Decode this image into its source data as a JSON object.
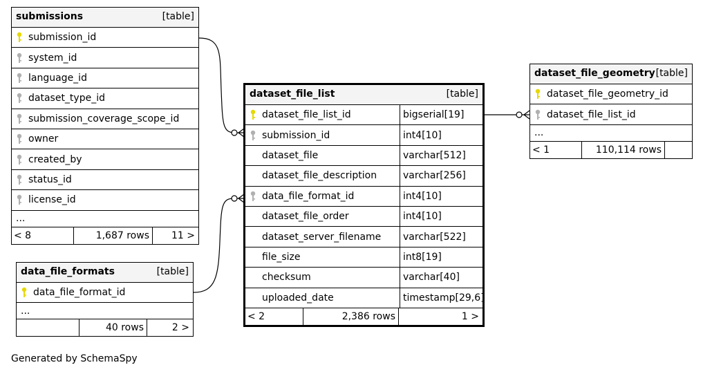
{
  "tag_label": "[table]",
  "tables": {
    "submissions": {
      "name": "submissions",
      "columns": [
        {
          "name": "submission_id",
          "key": "primary"
        },
        {
          "name": "system_id",
          "key": "foreign"
        },
        {
          "name": "language_id",
          "key": "foreign"
        },
        {
          "name": "dataset_type_id",
          "key": "foreign"
        },
        {
          "name": "submission_coverage_scope_id",
          "key": "foreign"
        },
        {
          "name": "owner",
          "key": "foreign"
        },
        {
          "name": "created_by",
          "key": "foreign"
        },
        {
          "name": "status_id",
          "key": "foreign"
        },
        {
          "name": "license_id",
          "key": "foreign"
        }
      ],
      "ellipsis": "...",
      "footer": {
        "prev": "< 8",
        "rows": "1,687 rows",
        "next": "11 >"
      }
    },
    "data_file_formats": {
      "name": "data_file_formats",
      "columns": [
        {
          "name": "data_file_format_id",
          "key": "primary"
        }
      ],
      "ellipsis": "...",
      "footer": {
        "prev": "",
        "rows": "40 rows",
        "next": "2 >"
      }
    },
    "dataset_file_list": {
      "name": "dataset_file_list",
      "columns": [
        {
          "name": "dataset_file_list_id",
          "type": "bigserial[19]",
          "key": "primary"
        },
        {
          "name": "submission_id",
          "type": "int4[10]",
          "key": "foreign"
        },
        {
          "name": "dataset_file",
          "type": "varchar[512]",
          "key": "none"
        },
        {
          "name": "dataset_file_description",
          "type": "varchar[256]",
          "key": "none"
        },
        {
          "name": "data_file_format_id",
          "type": "int4[10]",
          "key": "foreign"
        },
        {
          "name": "dataset_file_order",
          "type": "int4[10]",
          "key": "none"
        },
        {
          "name": "dataset_server_filename",
          "type": "varchar[522]",
          "key": "none"
        },
        {
          "name": "file_size",
          "type": "int8[19]",
          "key": "none"
        },
        {
          "name": "checksum",
          "type": "varchar[40]",
          "key": "none"
        },
        {
          "name": "uploaded_date",
          "type": "timestamp[29,6]",
          "key": "none"
        }
      ],
      "footer": {
        "prev": "< 2",
        "rows": "2,386 rows",
        "next": "1 >"
      }
    },
    "dataset_file_geometry": {
      "name": "dataset_file_geometry",
      "columns": [
        {
          "name": "dataset_file_geometry_id",
          "key": "primary"
        },
        {
          "name": "dataset_file_list_id",
          "key": "foreign"
        }
      ],
      "ellipsis": "...",
      "footer": {
        "prev": "< 1",
        "rows": "110,114 rows",
        "next": ""
      }
    }
  },
  "footer_text": "Generated by SchemaSpy",
  "colors": {
    "primary_key": "#e6d800",
    "foreign_key": "#b0b0b0",
    "header_bg": "#f4f4f4"
  }
}
